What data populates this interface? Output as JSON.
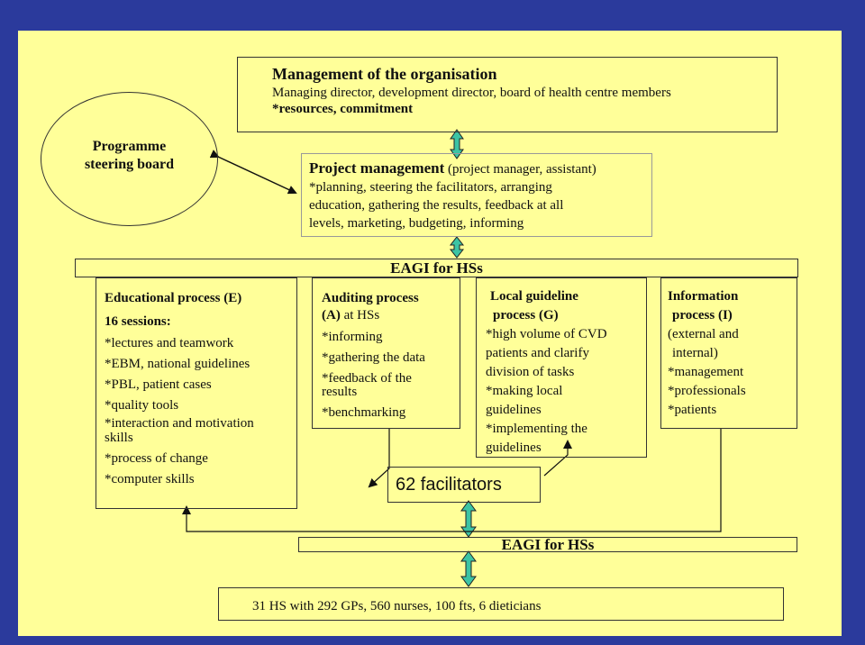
{
  "management": {
    "title": "Management of the organisation",
    "line1": "Managing director, development director, board of health centre members",
    "line2": "*resources, commitment"
  },
  "steering": {
    "line1": "Programme",
    "line2": "steering board"
  },
  "project": {
    "title": "Project management",
    "title_suffix": " (project manager, assistant)",
    "lines": [
      "*planning, steering the facilitators, arranging",
      "education, gathering the results, feedback at all",
      "levels, marketing, budgeting, informing"
    ]
  },
  "eagi_top": "EAGI for HSs",
  "educational": {
    "title": "Educational process (E)",
    "sessions": "16  sessions:",
    "items": [
      "*lectures and teamwork",
      "*EBM, national guidelines",
      "*PBL, patient cases",
      "*quality tools",
      "*interaction and motivation",
      "skills",
      "*process of change",
      "*computer skills"
    ]
  },
  "auditing": {
    "title": "Auditing process",
    "subtitle_bold": "(A)",
    "subtitle_rest": " at HSs",
    "items": [
      "*informing",
      "*gathering  the data",
      "*feedback of the",
      "results",
      "*benchmarking"
    ]
  },
  "local": {
    "title1": "Local guideline",
    "title2": "process (G)",
    "items": [
      "*high volume of  CVD",
      "patients and clarify",
      "division of tasks",
      "*making local",
      "guidelines",
      "*implementing the",
      "guidelines"
    ]
  },
  "information": {
    "title1": "Information",
    "title2": "process (I)",
    "items": [
      "(external and",
      "internal)",
      "*management",
      "*professionals",
      "*patients"
    ]
  },
  "facilitators": "62 facilitators",
  "eagi_bottom": "EAGI for HSs",
  "hs_summary": "31 HS with 292 GPs, 560 nurses, 100 fts, 6 dieticians",
  "colors": {
    "background": "#2b3a9c",
    "panel": "#ffff99",
    "arrow_fill": "#3cc4a4",
    "border": "#333333"
  }
}
